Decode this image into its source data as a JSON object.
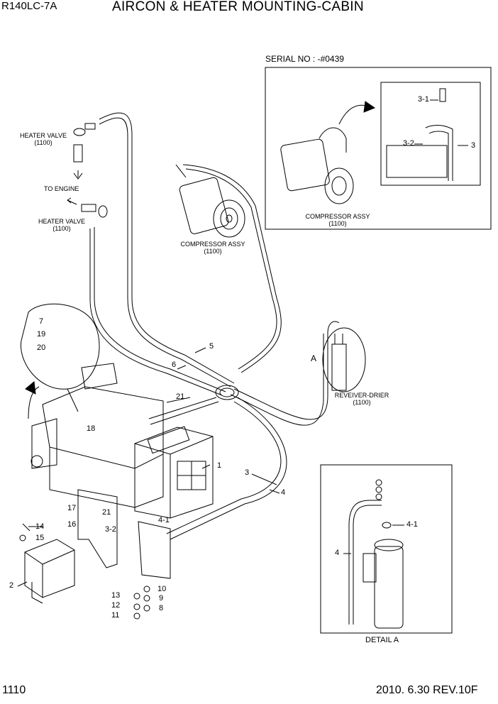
{
  "header": {
    "model": "R140LC-7A",
    "title": "AIRCON & HEATER MOUNTING-CABIN"
  },
  "footer": {
    "page_number": "1110",
    "date_rev": "2010. 6.30  REV.10F"
  },
  "callouts": {
    "heater_valve_top": "HEATER VALVE",
    "heater_valve_top_code": "(1100)",
    "to_engine": "TO ENGINE",
    "heater_valve_bottom": "HEATER VALVE",
    "heater_valve_bottom_code": "(1100)",
    "compressor_main": "COMPRESSOR ASSY",
    "compressor_main_code": "(1100)",
    "serial_no": "SERIAL NO : -#0439",
    "compressor_inset": "COMPRESSOR ASSY",
    "compressor_inset_code": "(1100)",
    "receiver_drier": "REVEIVER-DRIER",
    "receiver_drier_code": "(1100)",
    "detail_marker": "A",
    "detail_a": "DETAIL A"
  },
  "part_numbers": {
    "p1": "1",
    "p2": "2",
    "p3_main": "3",
    "p3_inset": "3",
    "p3_1": "3-1",
    "p3_2_inset": "3-2",
    "p3_2_main": "3-2",
    "p4_main": "4",
    "p4_detail": "4",
    "p4_1_main": "4-1",
    "p4_1_detail": "4-1",
    "p5": "5",
    "p6": "6",
    "p7": "7",
    "p8": "8",
    "p9": "9",
    "p10": "10",
    "p11": "11",
    "p12": "12",
    "p13": "13",
    "p14": "14",
    "p15": "15",
    "p16": "16",
    "p17": "17",
    "p18": "18",
    "p19": "19",
    "p20": "20",
    "p21_top": "21",
    "p21_bottom": "21"
  }
}
